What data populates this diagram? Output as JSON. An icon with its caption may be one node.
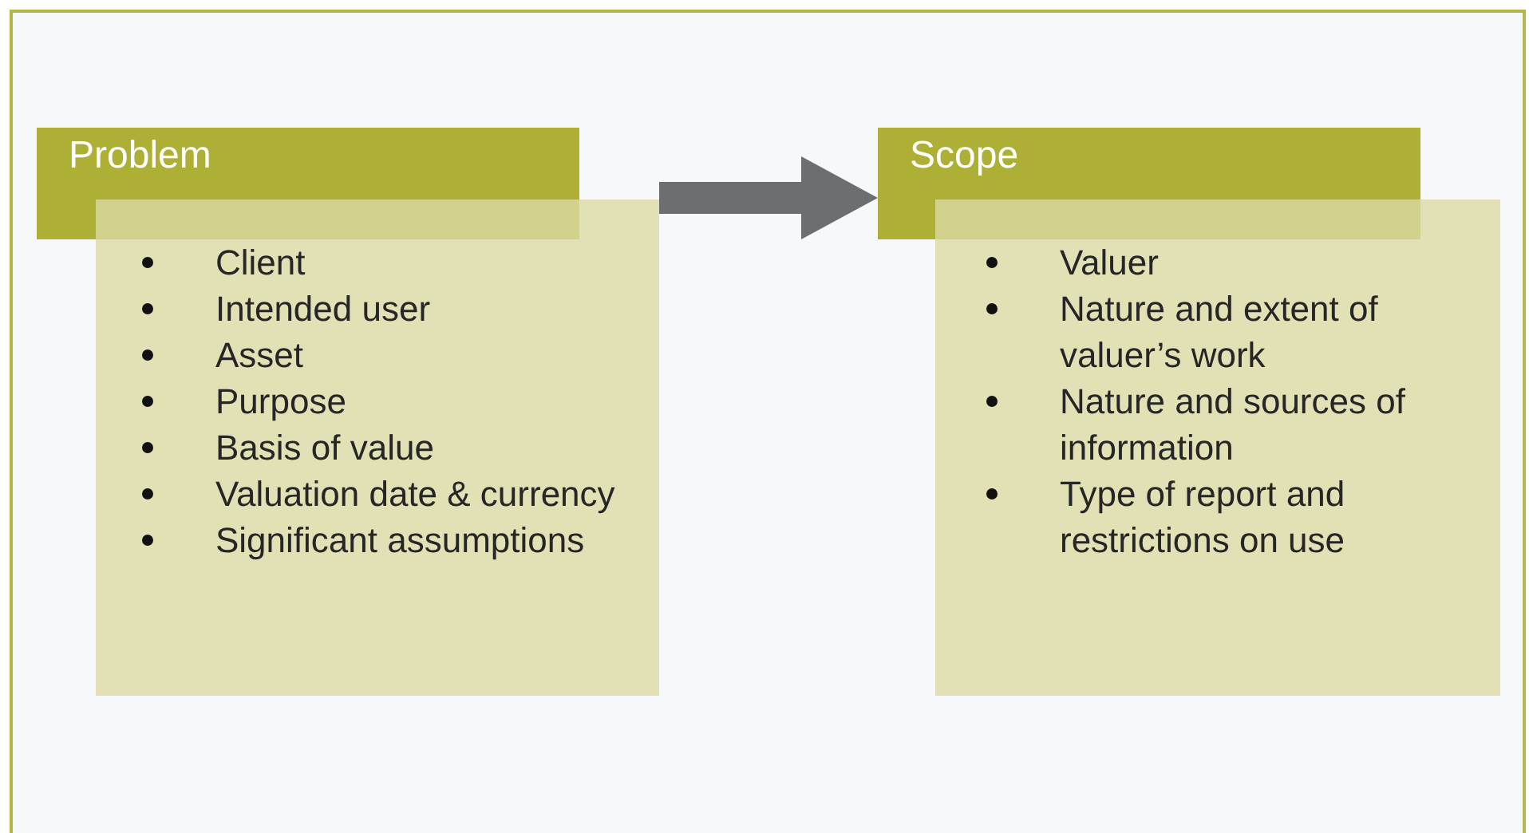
{
  "diagram": {
    "nodes": [
      {
        "text": [
          "Problem"
        ]
      },
      {
        "text": [
          "Client",
          "Intended user",
          "Asset",
          "Purpose",
          "Basis of value",
          "Valuation date & currency",
          "Significant assumptions"
        ]
      },
      {
        "text": [
          "Scope"
        ]
      },
      {
        "text": [
          "Valuer",
          "Nature and extent of valuer’s work",
          "Nature and sources of information",
          "Type of report and restrictions on use"
        ]
      }
    ],
    "edges": [
      {
        "from": 1,
        "to": 2,
        "arrow": "to",
        "color": "#6d6e71"
      }
    ]
  }
}
